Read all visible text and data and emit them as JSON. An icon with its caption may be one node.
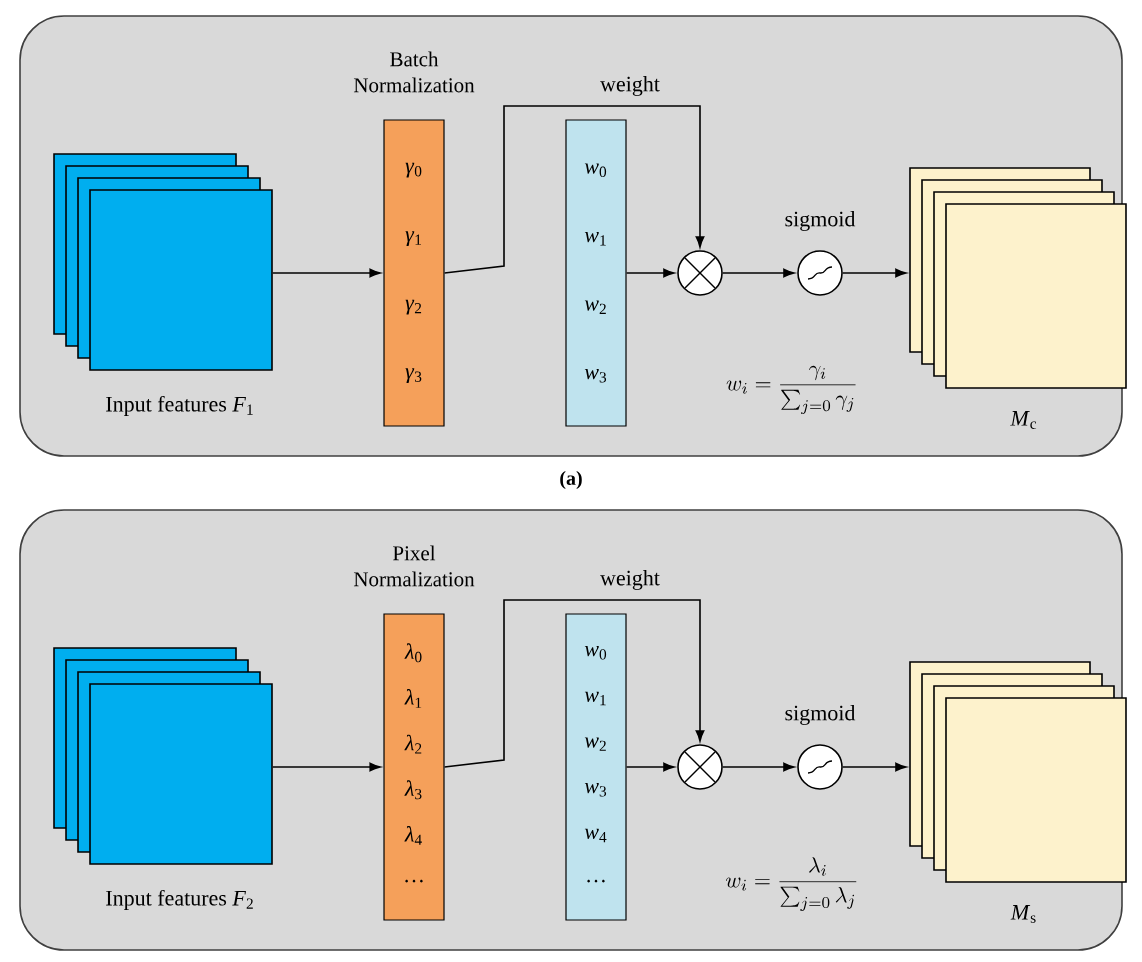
{
  "diagram": {
    "nodes": [
      {
        "text": [],
        "shape": "box",
        "beside": [
          "(a)"
        ]
      },
      {
        "text": [
          "Input features *F*$_{1}$"
        ],
        "in": 0
      },
      {
        "text": [
          "*γ*$_{0}$",
          "*γ*$_{1}$",
          "*γ*$_{2}$",
          "*γ*$_{3}$"
        ],
        "in": 0
      },
      {
        "text": [
          "*w*$_{0}$",
          "*w*$_{1}$",
          "*w*$_{2}$",
          "*w*$_{3}$"
        ],
        "in": 0
      },
      {
        "text": [],
        "shape": "circle",
        "in": 0
      },
      {
        "text": [],
        "shape": "circle",
        "beside": [
          "sigmoid"
        ],
        "in": 0
      },
      {
        "text": [
          "*M*$_{c}$"
        ],
        "in": 0
      },
      {
        "text": [],
        "shape": "box"
      },
      {
        "text": [
          "Input features *F*$_{2}$"
        ],
        "in": 7
      },
      {
        "text": [
          "*λ*$_{0}$",
          "*λ*$_{1}$",
          "*λ*$_{2}$",
          "*λ*$_{3}$",
          "*λ*$_{4}$",
          "…"
        ],
        "in": 7
      },
      {
        "text": [
          "*w*$_{0}$",
          "*w*$_{1}$",
          "*w*$_{2}$",
          "*w*$_{3}$",
          "*w*$_{4}$",
          "…"
        ],
        "in": 7
      },
      {
        "text": [],
        "shape": "circle",
        "in": 7
      },
      {
        "text": [],
        "shape": "circle",
        "beside": [
          "sigmoid"
        ],
        "in": 7
      },
      {
        "text": [
          "*M*$_{s}$"
        ],
        "in": 7
      }
    ],
    "edges": [
      {
        "from": 1,
        "to": 2,
        "arrow": "to"
      },
      {
        "from": 2,
        "to": 4,
        "arrow": "to",
        "label": "weight"
      },
      {
        "from": 3,
        "to": 4,
        "arrow": "to"
      },
      {
        "from": 4,
        "to": 5,
        "arrow": "to"
      },
      {
        "from": 5,
        "to": 6,
        "arrow": "to"
      },
      {
        "from": 8,
        "to": 9,
        "arrow": "to"
      },
      {
        "from": 9,
        "to": 11,
        "arrow": "to",
        "label": "weight"
      },
      {
        "from": 10,
        "to": 11,
        "arrow": "to"
      },
      {
        "from": 11,
        "to": 12,
        "arrow": "to"
      },
      {
        "from": 12,
        "to": 13,
        "arrow": "to"
      }
    ],
    "labels": [
      "Batch Normalization",
      "w_i = \\frac{\\gamma_i}{\\sum_{j=0}\\gamma_j}",
      "Pixel Normalization",
      "w_i = \\frac{\\lambda_i}{\\sum_{j=0}\\lambda_j}"
    ]
  }
}
